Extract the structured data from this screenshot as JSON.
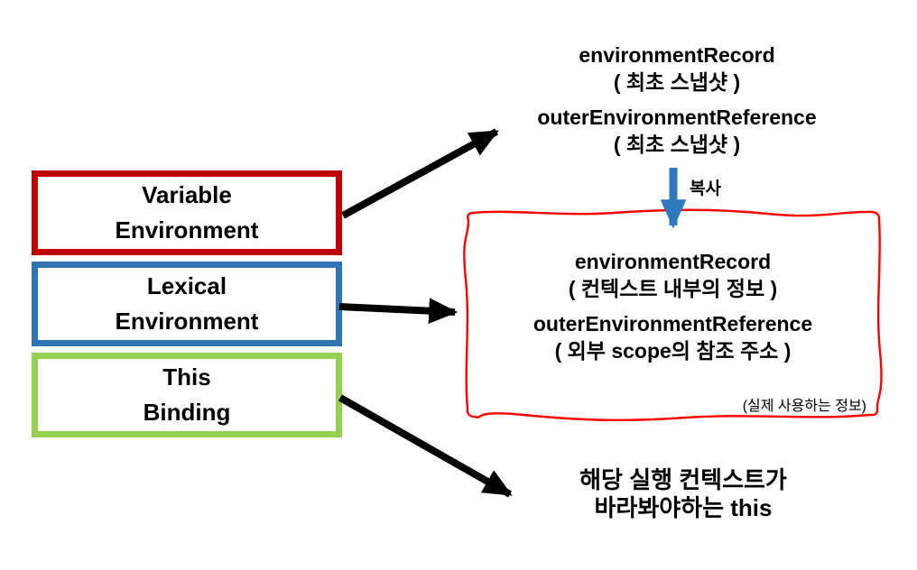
{
  "diagram": {
    "left_boxes": [
      {
        "id": "variable-environment",
        "line1": "Variable",
        "line2": "Environment",
        "border_color": "#C00000"
      },
      {
        "id": "lexical-environment",
        "line1": "Lexical",
        "line2": "Environment",
        "border_color": "#2E75B6"
      },
      {
        "id": "this-binding",
        "line1": "This",
        "line2": "Binding",
        "border_color": "#92D050"
      }
    ],
    "snapshot_block": {
      "record_label": "environmentRecord",
      "record_note": "( 최초 스냅샷 )",
      "outer_label": "outerEnvironmentReference",
      "outer_note": "( 최초 스냅샷 )"
    },
    "copy_arrow_label": "복사",
    "context_box": {
      "record_label": "environmentRecord",
      "record_note": "( 컨텍스트 내부의 정보 )",
      "outer_label": "outerEnvironmentReference",
      "outer_note": "( 외부 scope의 참조 주소 )",
      "footnote": "(실제 사용하는 정보)",
      "border_color": "#FF0000"
    },
    "this_text": {
      "line1": "해당 실행 컨텍스트가",
      "line2": "바라봐야하는 this"
    },
    "colors": {
      "black_arrow": "#000000",
      "copy_arrow_blue": "#2E79BE",
      "variable_border": "#C00000",
      "lexical_border": "#2E75B6",
      "this_border": "#92D050",
      "context_border": "#FF0000"
    }
  }
}
